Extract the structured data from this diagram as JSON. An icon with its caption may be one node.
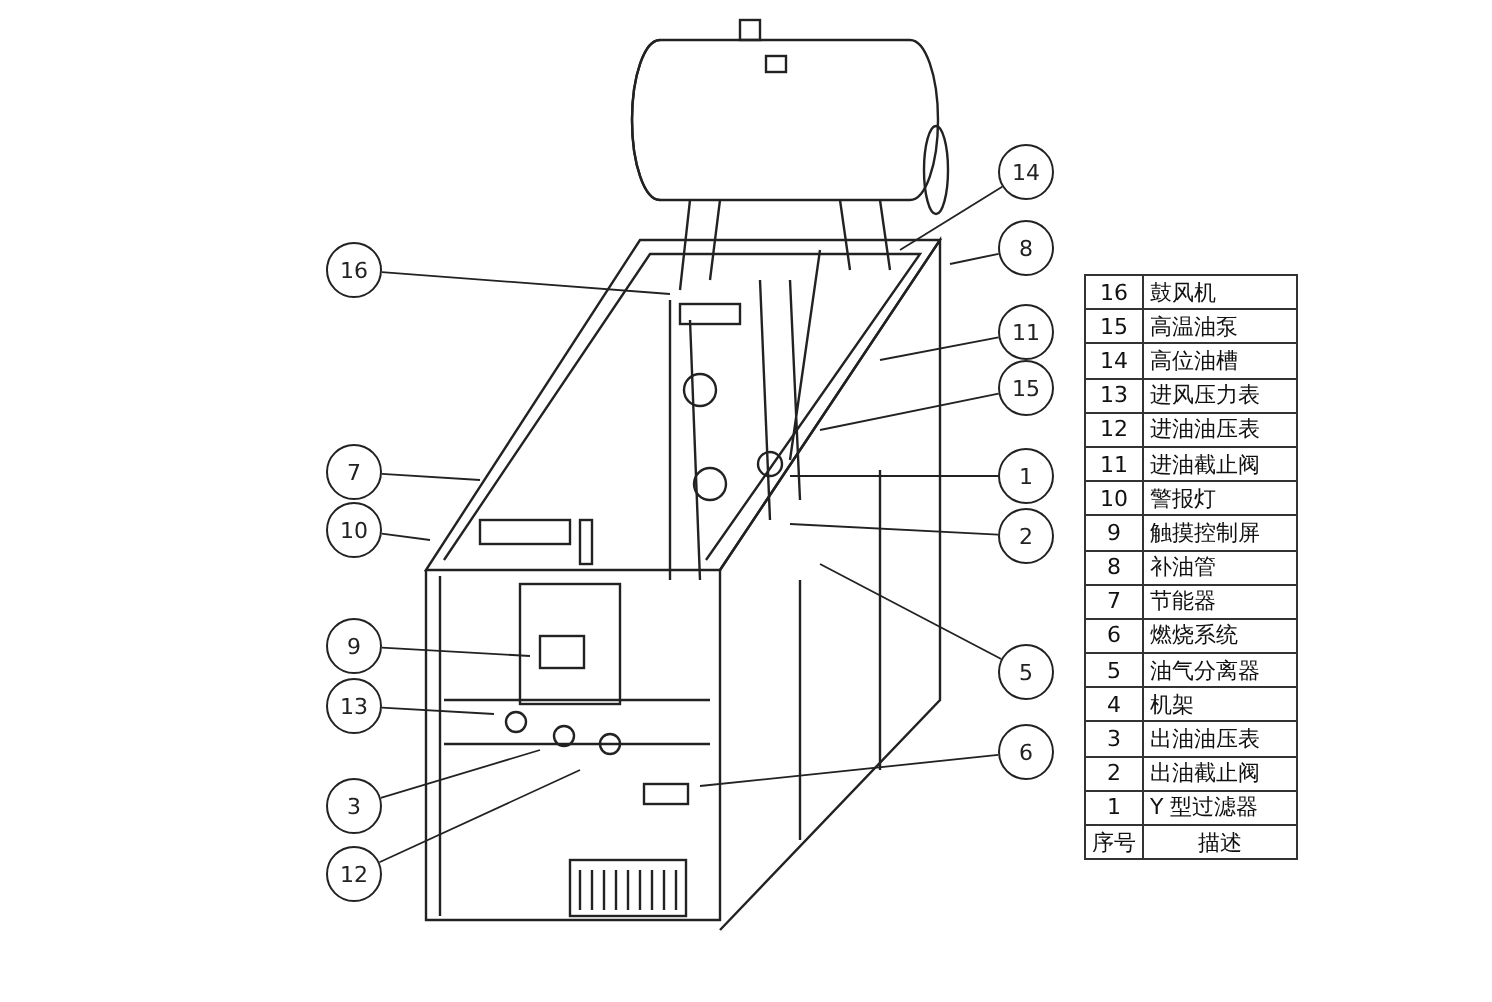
{
  "diagram": {
    "nodes": [
      {
        "text": [
          "16"
        ]
      },
      {
        "text": [
          "7"
        ]
      },
      {
        "text": [
          "10"
        ]
      },
      {
        "text": [
          "9"
        ]
      },
      {
        "text": [
          "13"
        ]
      },
      {
        "text": [
          "3"
        ]
      },
      {
        "text": [
          "12"
        ]
      },
      {
        "text": [
          "14"
        ]
      },
      {
        "text": [
          "8"
        ]
      },
      {
        "text": [
          "11"
        ]
      },
      {
        "text": [
          "15"
        ]
      },
      {
        "text": [
          "1"
        ]
      },
      {
        "text": [
          "2"
        ]
      },
      {
        "text": [
          "5"
        ]
      },
      {
        "text": [
          "6"
        ]
      }
    ],
    "edges": [
      {
        "from": 0,
        "to": null,
        "arrow": "none"
      },
      {
        "from": 1,
        "to": null,
        "arrow": "none"
      },
      {
        "from": 2,
        "to": null,
        "arrow": "none"
      },
      {
        "from": 3,
        "to": null,
        "arrow": "none"
      },
      {
        "from": 4,
        "to": null,
        "arrow": "none"
      },
      {
        "from": 5,
        "to": null,
        "arrow": "none"
      },
      {
        "from": 6,
        "to": null,
        "arrow": "none"
      },
      {
        "from": 7,
        "to": null,
        "arrow": "none"
      },
      {
        "from": 8,
        "to": null,
        "arrow": "none"
      },
      {
        "from": 9,
        "to": null,
        "arrow": "none"
      },
      {
        "from": 10,
        "to": null,
        "arrow": "none"
      },
      {
        "from": 11,
        "to": null,
        "arrow": "none"
      },
      {
        "from": 12,
        "to": null,
        "arrow": "none"
      },
      {
        "from": 13,
        "to": null,
        "arrow": "none"
      },
      {
        "from": 14,
        "to": null,
        "arrow": "none"
      }
    ],
    "labels": [
      "16",
      "鼓风机",
      "15",
      "高温油泵",
      "14",
      "高位油槽",
      "13",
      "进风压力表",
      "12",
      "进油油压表",
      "11",
      "进油截止阀",
      "10",
      "警报灯",
      "9",
      "触摸控制屏",
      "8",
      "补油管",
      "7",
      "节能器",
      "6",
      "燃烧系统",
      "5",
      "油气分离器",
      "4",
      "机架",
      "3",
      "出油油压表",
      "2",
      "出油截止阀",
      "1",
      "Y 型过滤器",
      "序号",
      "描述"
    ]
  }
}
